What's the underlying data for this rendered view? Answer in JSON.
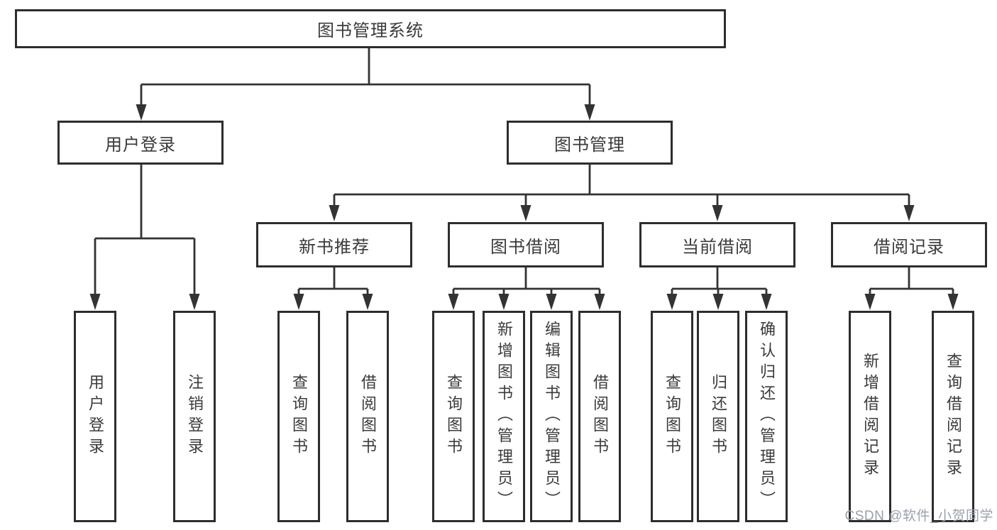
{
  "colors": {
    "line": "#333333",
    "box_border": "#2d2d2d",
    "text": "#3a3a3a",
    "watermark": "#9aa0ac",
    "background": "#ffffff"
  },
  "watermark": {
    "text": "CSDN @软件_小贺同学"
  },
  "tree": {
    "label": "图书管理系统",
    "children": [
      {
        "label": "用户登录",
        "children": [
          {
            "label": "用户登录"
          },
          {
            "label": "注销登录"
          }
        ]
      },
      {
        "label": "图书管理",
        "children": [
          {
            "label": "新书推荐",
            "children": [
              {
                "label": "查询图书"
              },
              {
                "label": "借阅图书"
              }
            ]
          },
          {
            "label": "图书借阅",
            "children": [
              {
                "label": "查询图书"
              },
              {
                "label": "新增图书（管理员）"
              },
              {
                "label": "编辑图书（管理员）"
              },
              {
                "label": "借阅图书"
              }
            ]
          },
          {
            "label": "当前借阅",
            "children": [
              {
                "label": "查询图书"
              },
              {
                "label": "归还图书"
              },
              {
                "label": "确认归还（管理员）"
              }
            ]
          },
          {
            "label": "借阅记录",
            "children": [
              {
                "label": "新增借阅记录"
              },
              {
                "label": "查询借阅记录"
              }
            ]
          }
        ]
      }
    ]
  }
}
